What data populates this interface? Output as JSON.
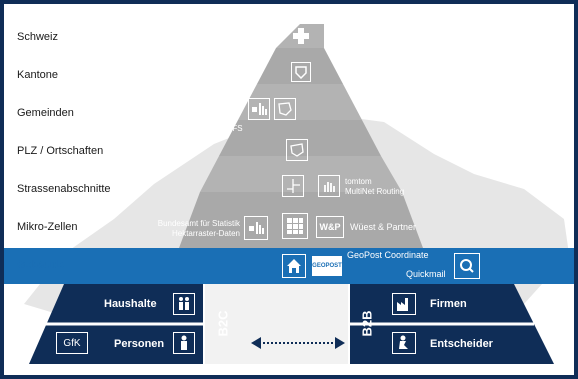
{
  "levels": [
    {
      "label": "Schweiz"
    },
    {
      "label": "Kantone"
    },
    {
      "label": "Gemeinden"
    },
    {
      "label": "PLZ / Ortschaften"
    },
    {
      "label": "Strassenabschnitte"
    },
    {
      "label": "Mikro-Zellen"
    },
    {
      "label": "Gebäude"
    }
  ],
  "sources": {
    "bfs": "BFS",
    "tomtom": "tomtom",
    "multinet": "MultiNet Routing",
    "bundesamt_line1": "Bundesamt für Statistik",
    "bundesamt_line2": "Hektarraster-Daten",
    "wp_logo": "W&P",
    "wuest": "Wüest & Partner",
    "geopost_logo": "GEOPOST",
    "geopost_coord": "GeoPost Coordinate",
    "quickmail": "Quickmail"
  },
  "b2c": {
    "vertical": "B2C",
    "haushalte": "Haushalte",
    "personen": "Personen",
    "gfk": "GfK"
  },
  "b2b": {
    "vertical": "B2B",
    "firmen": "Firmen",
    "entscheider": "Entscheider"
  },
  "colors": {
    "frame": "#0f2d57",
    "pyramid_gray": "#b3b3b3",
    "gebaeude_blue": "#1a6fb5",
    "dark_navy": "#0f2d57",
    "label_blue": "#1a6fb5"
  }
}
